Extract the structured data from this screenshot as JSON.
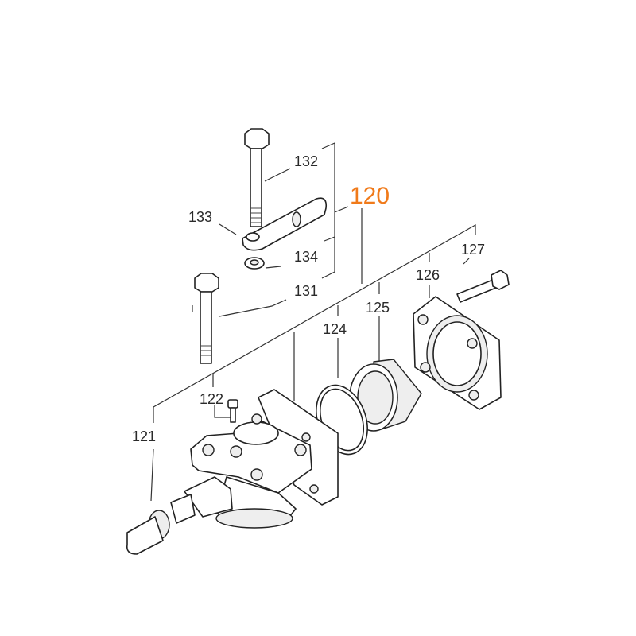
{
  "diagram": {
    "assembly_label": "120",
    "assembly_color": "#f07a1a",
    "parts": [
      {
        "id": "p121",
        "label": "121"
      },
      {
        "id": "p122",
        "label": "122"
      },
      {
        "id": "p124",
        "label": "124"
      },
      {
        "id": "p125",
        "label": "125"
      },
      {
        "id": "p126",
        "label": "126"
      },
      {
        "id": "p127",
        "label": "127"
      },
      {
        "id": "p131",
        "label": "131"
      },
      {
        "id": "p132",
        "label": "132"
      },
      {
        "id": "p133",
        "label": "133"
      },
      {
        "id": "p134",
        "label": "134"
      }
    ]
  }
}
